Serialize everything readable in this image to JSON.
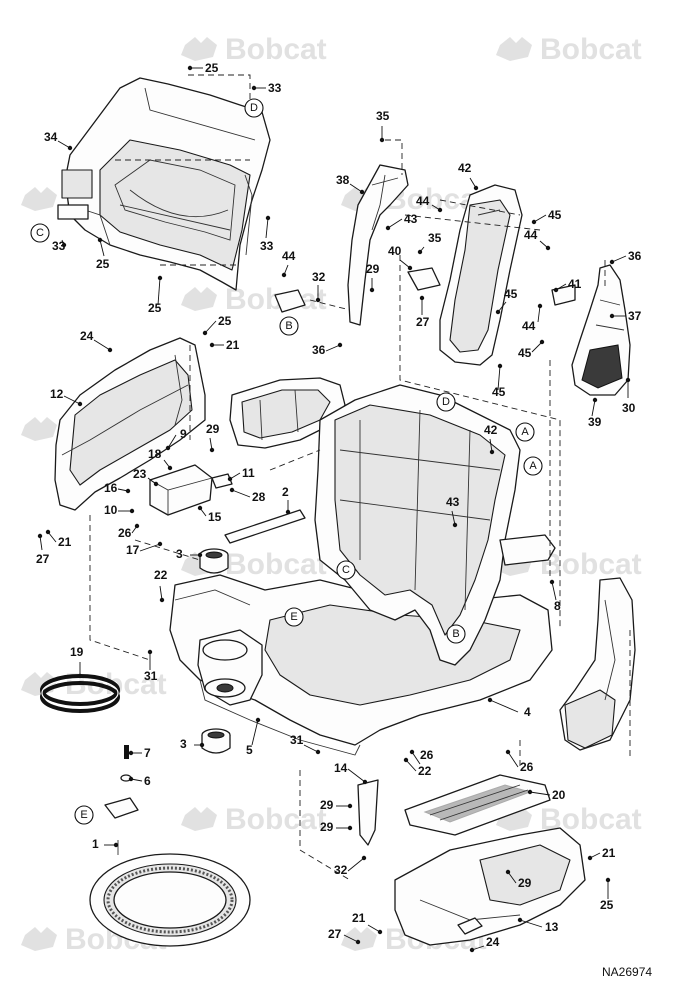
{
  "watermark": {
    "text": "Bobcat"
  },
  "figure_id": "NA26974",
  "callouts": [
    "1",
    "2",
    "3",
    "3",
    "4",
    "5",
    "6",
    "7",
    "8",
    "9",
    "10",
    "11",
    "12",
    "13",
    "14",
    "15",
    "16",
    "17",
    "18",
    "19",
    "20",
    "21",
    "21",
    "21",
    "21",
    "22",
    "22",
    "23",
    "24",
    "24",
    "25",
    "25",
    "25",
    "25",
    "25",
    "26",
    "26",
    "26",
    "27",
    "27",
    "27",
    "28",
    "29",
    "29",
    "29",
    "29",
    "29",
    "30",
    "31",
    "31",
    "32",
    "32",
    "33",
    "33",
    "33",
    "34",
    "35",
    "35",
    "36",
    "36",
    "37",
    "38",
    "39",
    "40",
    "41",
    "42",
    "42",
    "43",
    "43",
    "44",
    "44",
    "44",
    "44",
    "45",
    "45",
    "45",
    "45"
  ],
  "reference_markers": [
    "A",
    "A",
    "B",
    "B",
    "C",
    "C",
    "D",
    "D",
    "E",
    "E"
  ]
}
